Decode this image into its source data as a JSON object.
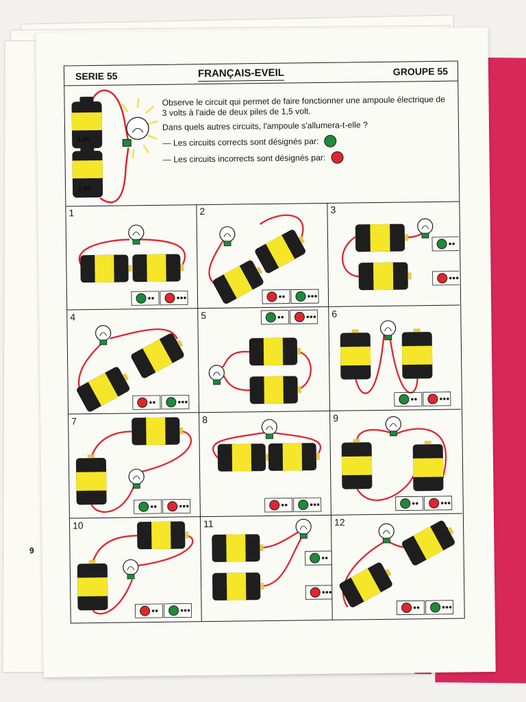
{
  "header": {
    "serie": "SERIE 55",
    "title": "FRANÇAIS-EVEIL",
    "groupe": "GROUPE 55"
  },
  "intro": {
    "line1": "Observe le circuit qui permet de faire fonctionner une ampoule électrique de 3 volts à l'aide de deux piles de 1,5 volt.",
    "line2": "Dans quels autres circuits, l'ampoule s'allumera-t-elle ?",
    "correct": "— Les circuits corrects sont désignés par:",
    "incorrect": "— Les circuits incorrects sont désignés par:",
    "battery_label": "1,5V"
  },
  "cells": [
    {
      "number": "1"
    },
    {
      "number": "2"
    },
    {
      "number": "3"
    },
    {
      "number": "4"
    },
    {
      "number": "5"
    },
    {
      "number": "6"
    },
    {
      "number": "7"
    },
    {
      "number": "8"
    },
    {
      "number": "9"
    },
    {
      "number": "10"
    },
    {
      "number": "11"
    },
    {
      "number": "12"
    }
  ],
  "under_sheet_mark": "9",
  "colors": {
    "correct": "#1f8a3a",
    "incorrect": "#e0262f",
    "wire": "#e0262f",
    "battery": "#1e1e1e",
    "battery_band": "#f5e62a",
    "folder": "#d8285a"
  }
}
